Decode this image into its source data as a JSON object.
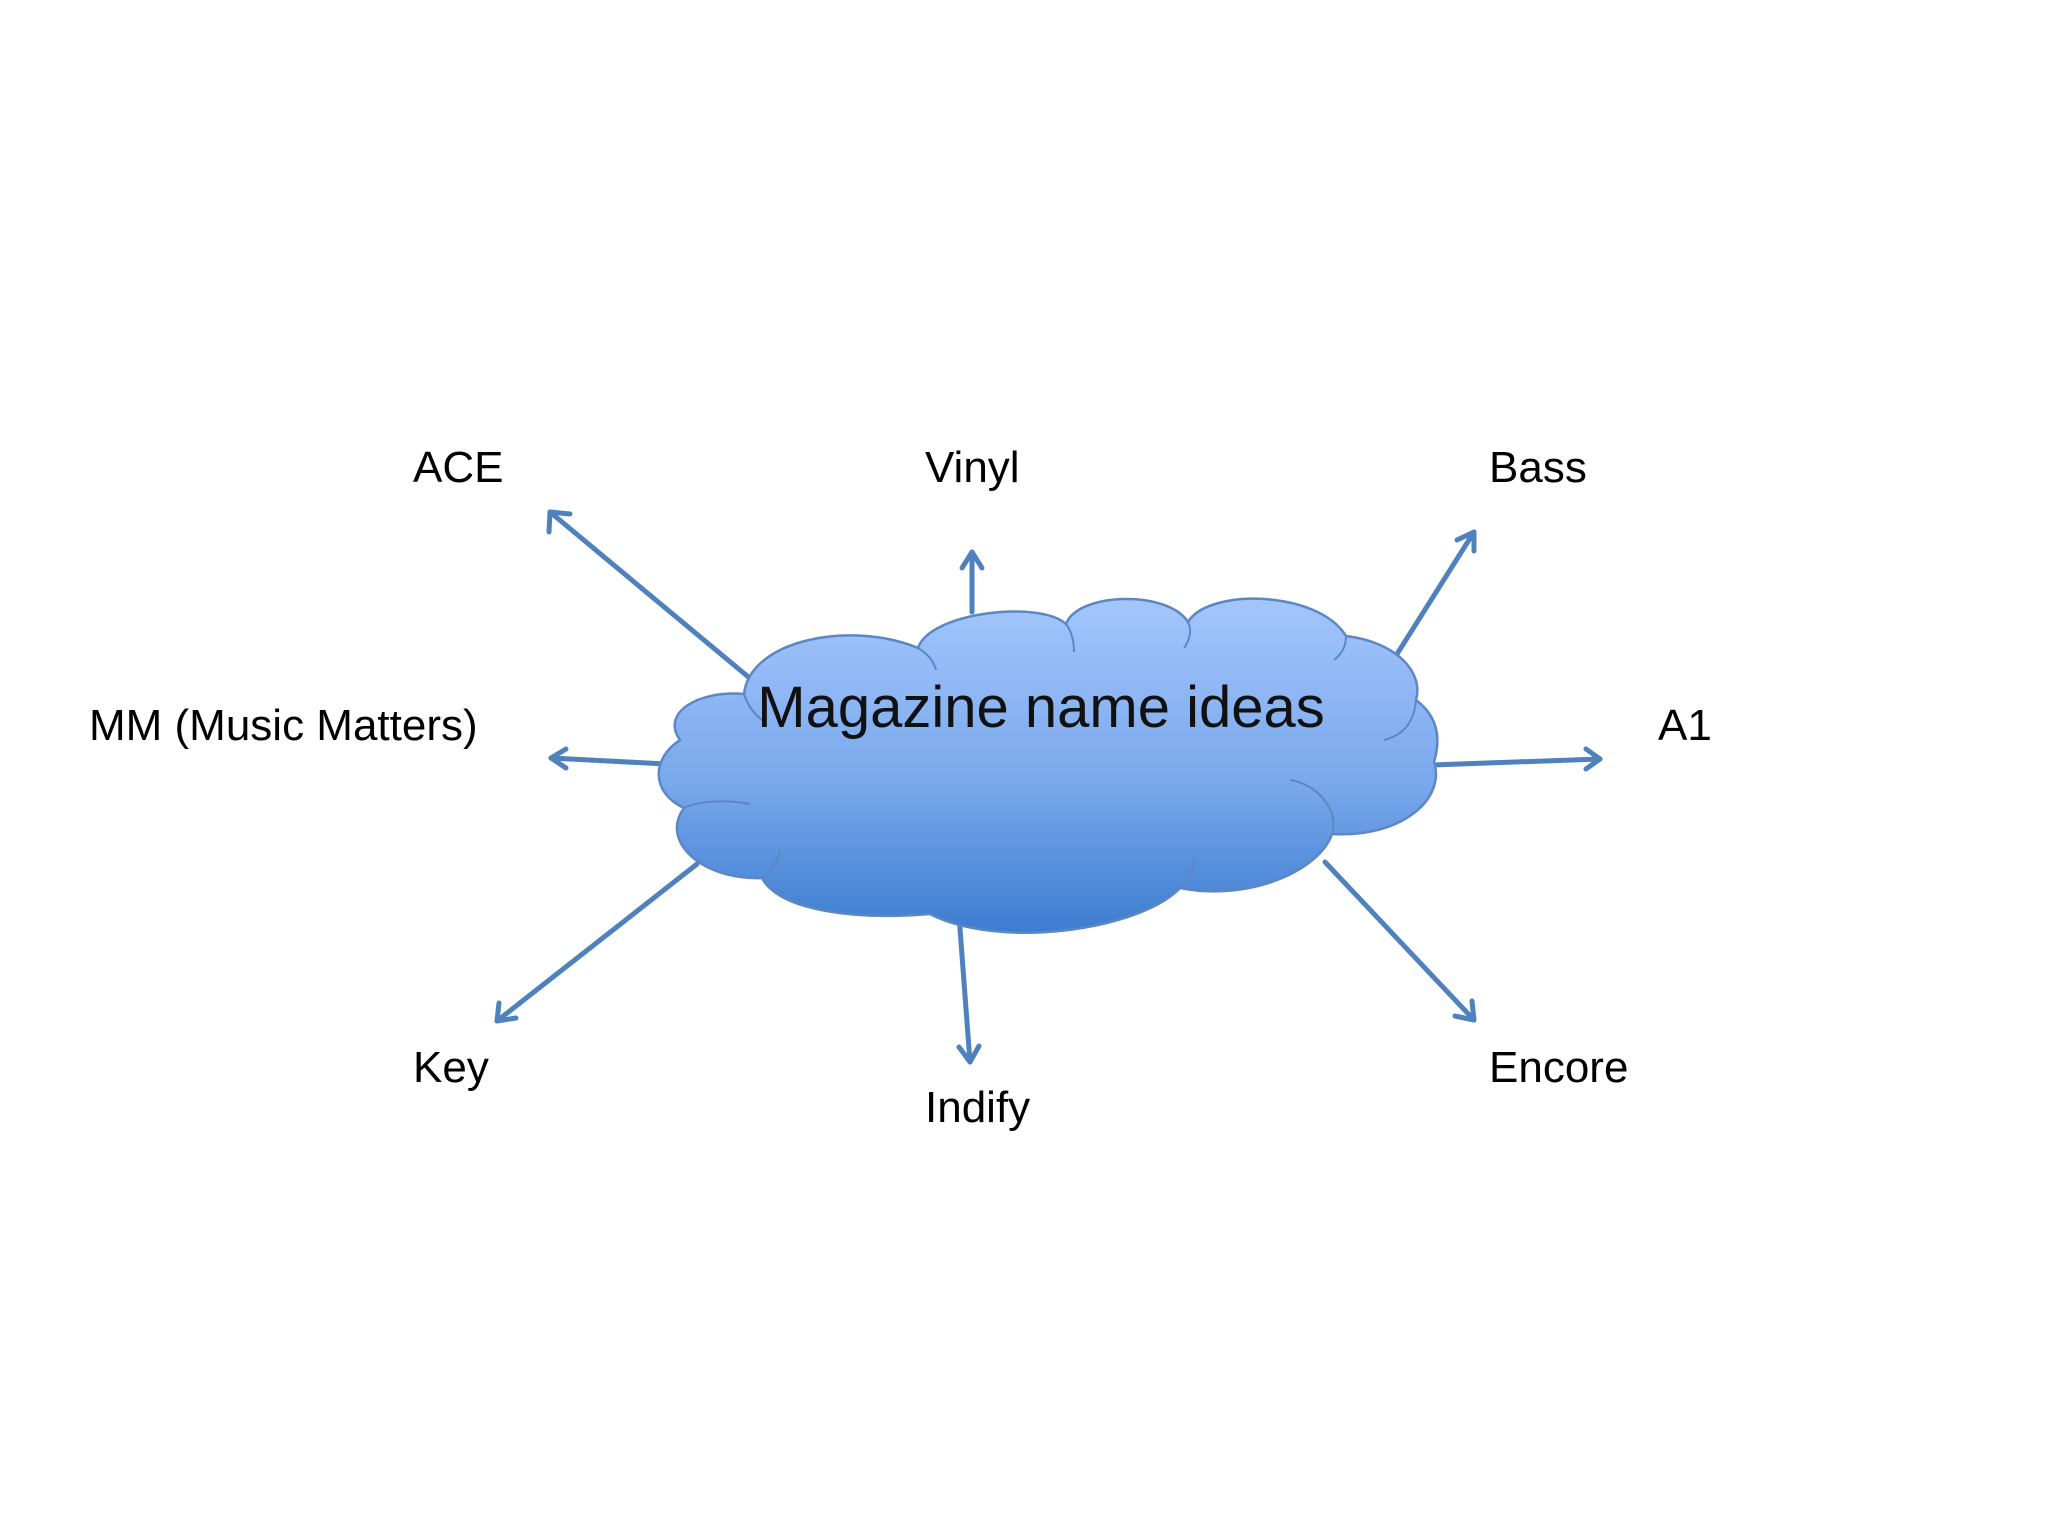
{
  "diagram": {
    "center": "Magazine name ideas",
    "ideas": {
      "ace": "ACE",
      "vinyl": "Vinyl",
      "bass": "Bass",
      "mm": "MM (Music Matters)",
      "a1": "A1",
      "key": "Key",
      "indify": "Indify",
      "encore": "Encore"
    },
    "colors": {
      "cloud_top": "#9ec3fb",
      "cloud_bottom": "#3f7fd0",
      "cloud_stroke": "#5b87c4",
      "arrow": "#4f81bd"
    }
  }
}
